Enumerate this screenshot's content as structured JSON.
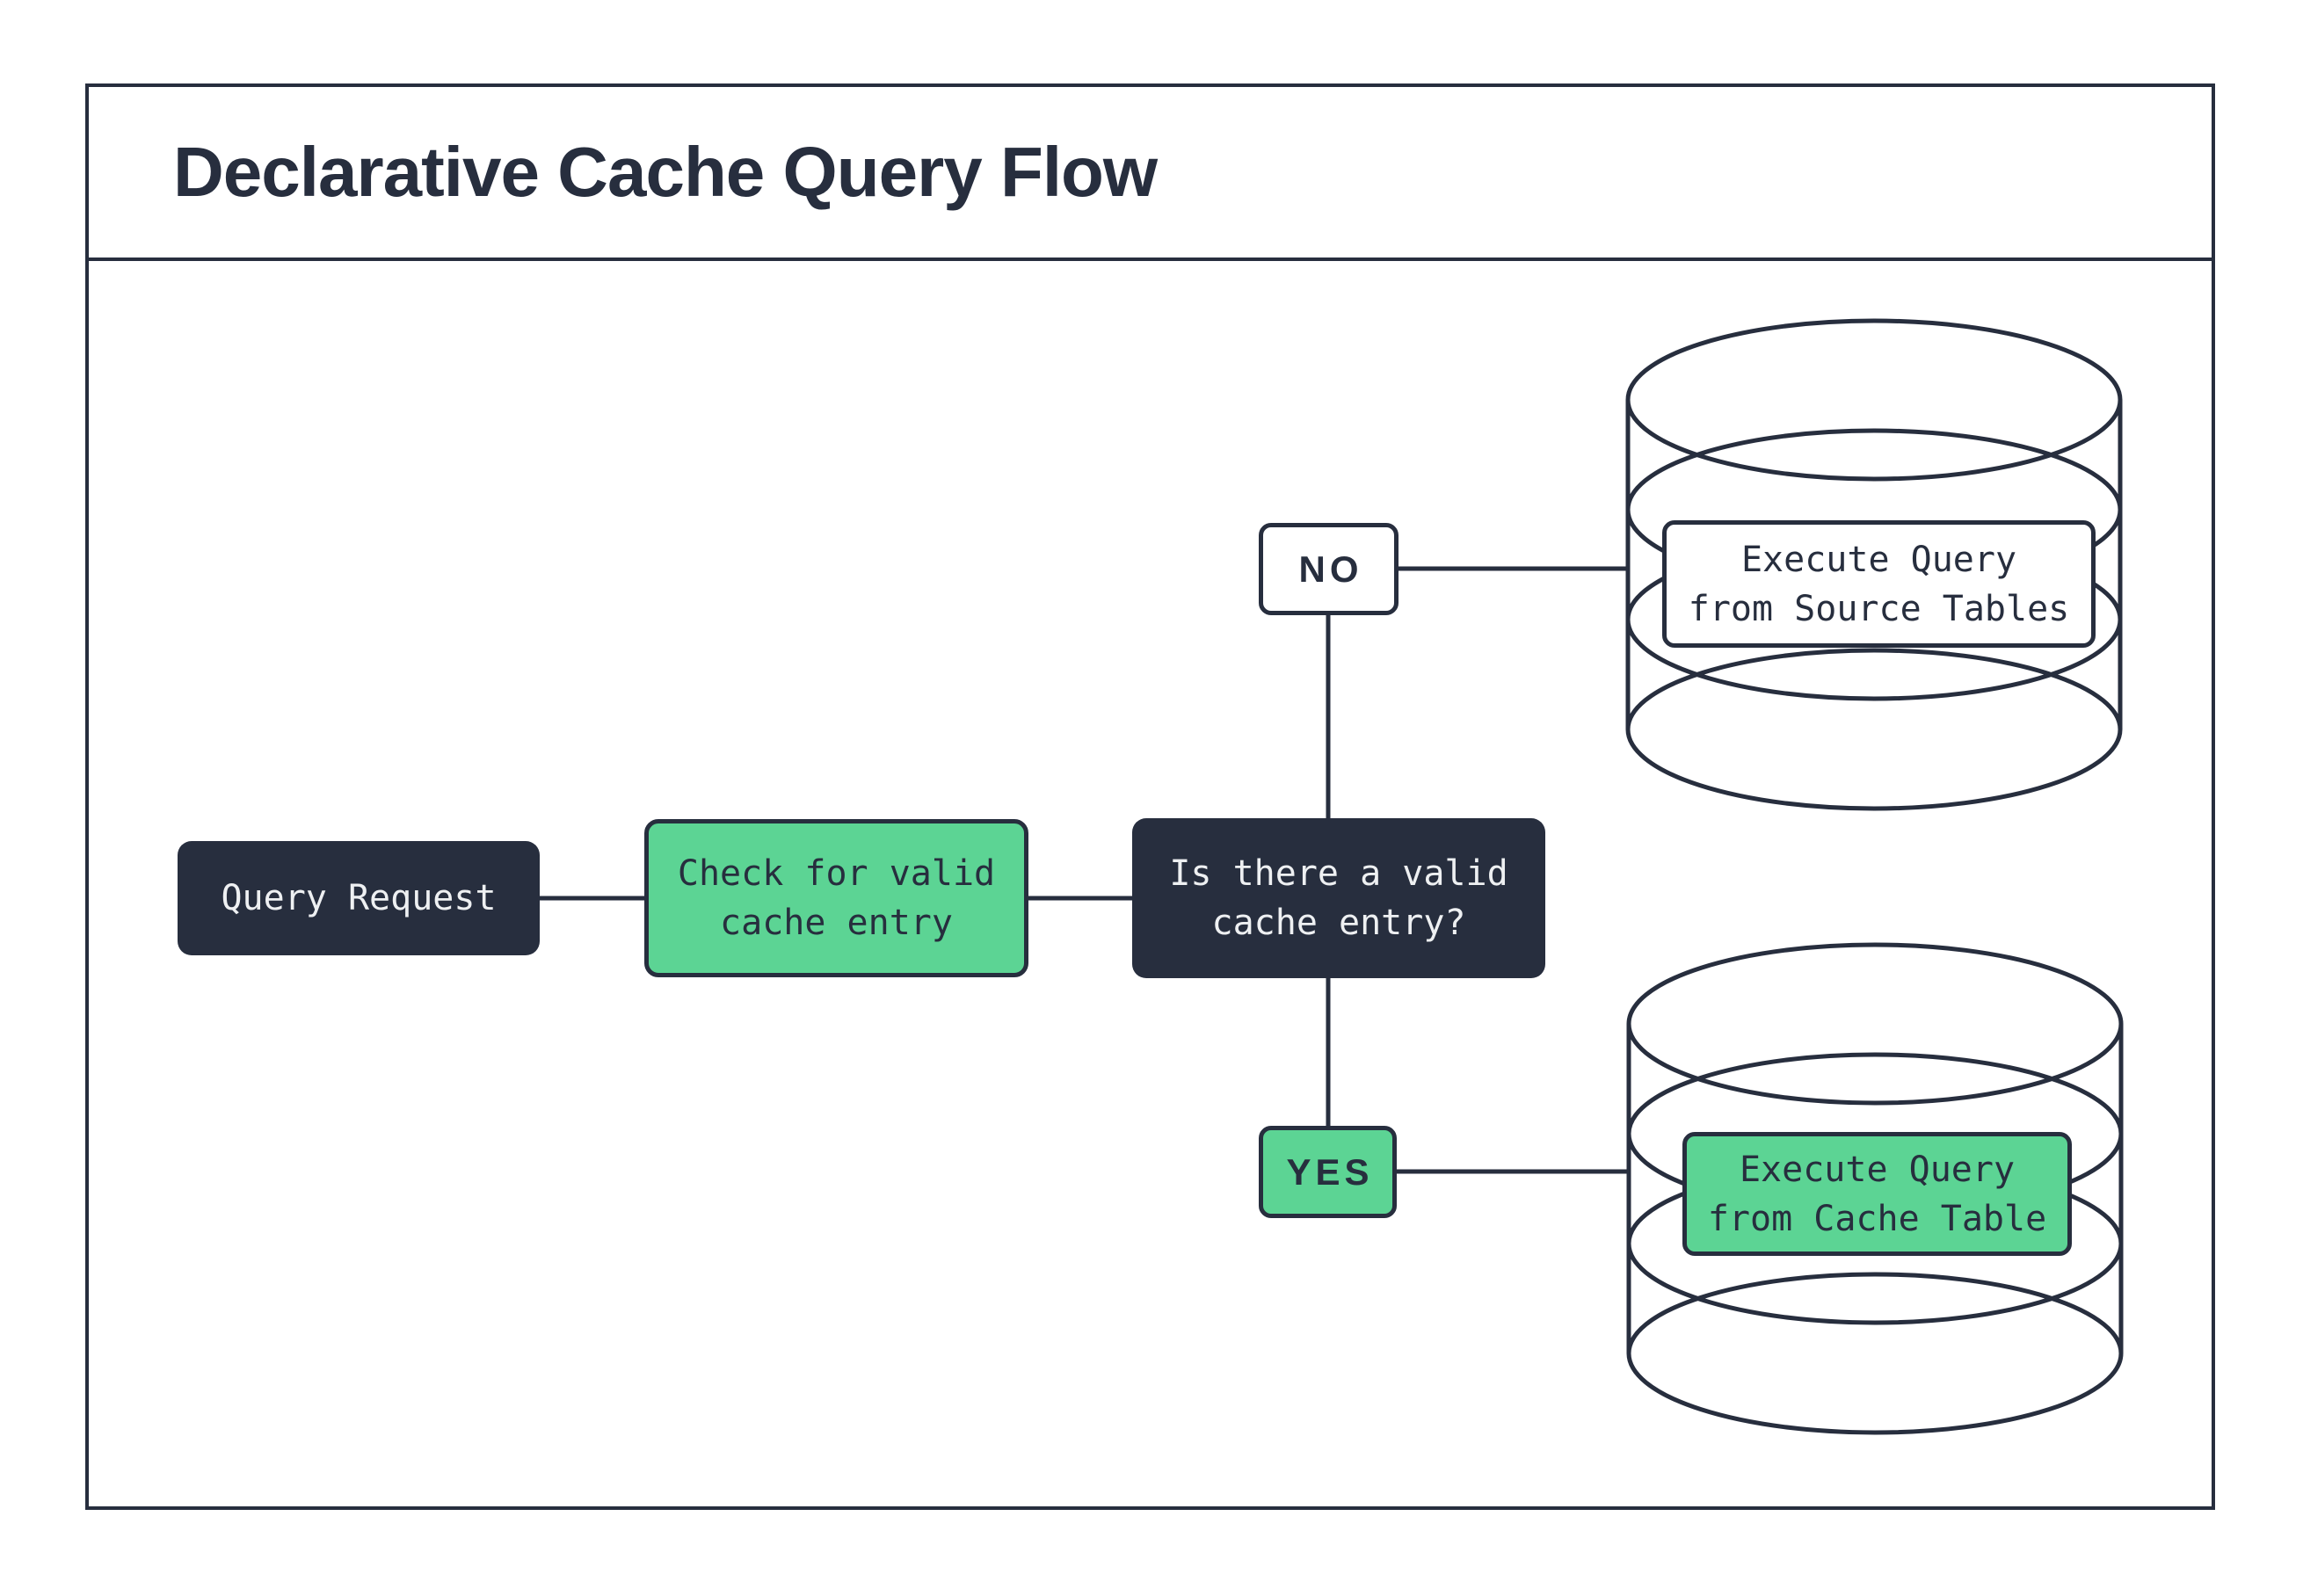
{
  "title": "Declarative Cache Query Flow",
  "colors": {
    "ink": "#272e3e",
    "green": "#5cd494",
    "paper": "#ffffff",
    "light_text": "#eef0f2"
  },
  "nodes": {
    "query_request": {
      "label": "Query Request"
    },
    "check_cache": {
      "label": "Check for valid\ncache entry"
    },
    "decision": {
      "label": "Is there a valid\ncache entry?"
    },
    "branch_no": {
      "label": "NO"
    },
    "branch_yes": {
      "label": "YES"
    },
    "source_db": {
      "label": "Execute Query\nfrom Source Tables",
      "icon": "database-cylinder"
    },
    "cache_db": {
      "label": "Execute Query\nfrom Cache Table",
      "icon": "database-cylinder"
    }
  }
}
